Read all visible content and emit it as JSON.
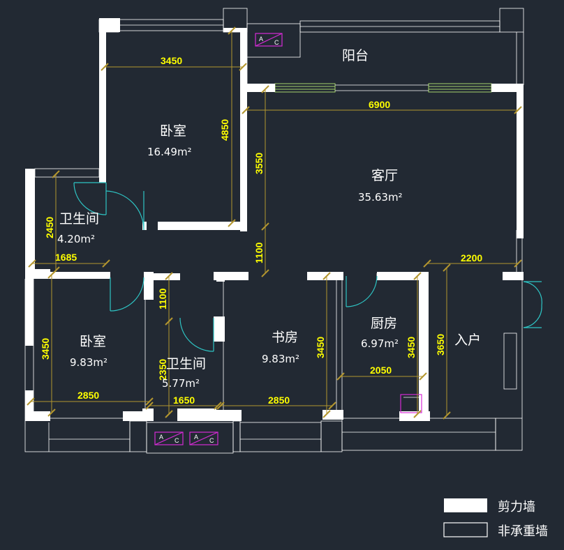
{
  "rooms": {
    "bedroom1": {
      "name": "卧室",
      "area": "16.49m²"
    },
    "living": {
      "name": "客厅",
      "area": "35.63m²"
    },
    "balcony": {
      "name": "阳台"
    },
    "bath1": {
      "name": "卫生间",
      "area": "4.20m²"
    },
    "bedroom2": {
      "name": "卧室",
      "area": "9.83m²"
    },
    "bath2": {
      "name": "卫生间",
      "area": "5.77m²"
    },
    "study": {
      "name": "书房",
      "area": "9.83m²"
    },
    "kitchen": {
      "name": "厨房",
      "area": "6.97m²"
    },
    "entry": {
      "name": "入户"
    }
  },
  "dimensions": {
    "bed1_width": "3450",
    "bed1_depth": "4850",
    "living_width": "6900",
    "living_depth": "3550",
    "corridor": "1100",
    "entry_width": "2200",
    "bath1_depth": "2450",
    "bath1_width": "1685",
    "bed2_depth": "3450",
    "bed2_width": "2850",
    "bath2_upper": "1100",
    "bath2_depth": "2350",
    "bath2_width": "1650",
    "study_width": "2850",
    "study_depth": "3450",
    "kitchen_width": "2050",
    "kitchen_depth": "3450",
    "entry_depth": "3650"
  },
  "ac_label": {
    "a": "A",
    "c": "C"
  },
  "legend": {
    "shear_wall": "剪力墙",
    "non_bearing_wall": "非承重墙"
  },
  "colors": {
    "background": "#222933",
    "wall": "#ffffff",
    "dimension_line": "#b3962f",
    "dimension_text": "#ffff00",
    "door": "#2ec4c4",
    "ac_unit": "#d42bd4",
    "window_sill": "#a5d36c"
  }
}
